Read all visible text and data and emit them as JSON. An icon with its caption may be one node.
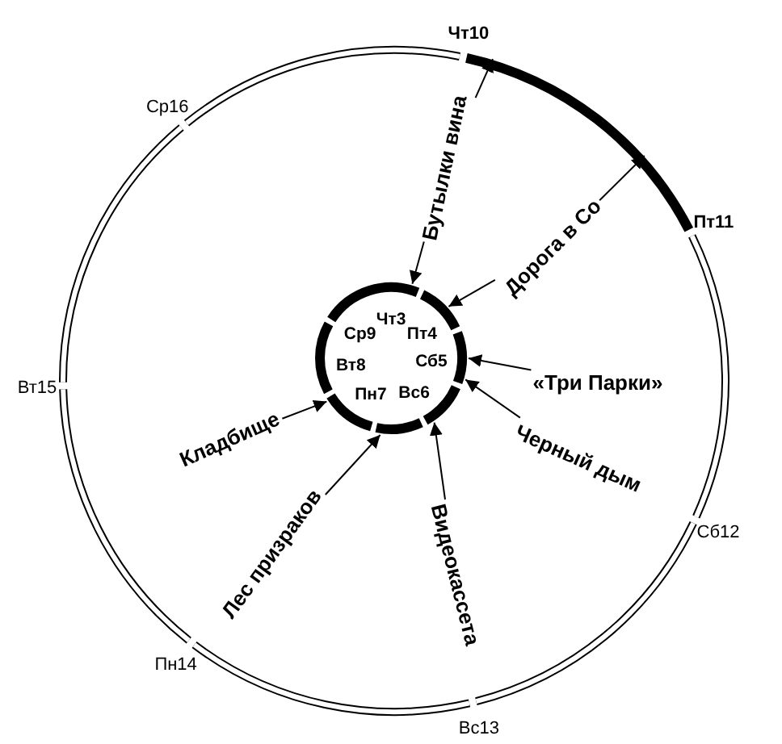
{
  "diagram": {
    "nodes": [
      {
        "text": [
          "Чт3"
        ]
      },
      {
        "text": [
          "Пт4"
        ]
      },
      {
        "text": [
          "Сб5"
        ]
      },
      {
        "text": [
          "Вс6"
        ]
      },
      {
        "text": [
          "Пн7"
        ]
      },
      {
        "text": [
          "Вт8"
        ]
      },
      {
        "text": [
          "Ср9"
        ]
      },
      {
        "text": [
          "Чт10"
        ]
      },
      {
        "text": [
          "Пт11"
        ]
      },
      {
        "text": [
          "Сб12"
        ]
      },
      {
        "text": [
          "Вс13"
        ]
      },
      {
        "text": [
          "Пн14"
        ]
      },
      {
        "text": [
          "Вт15"
        ]
      },
      {
        "text": [
          "Ср16"
        ]
      },
      {
        "text": [
          "Бутылки вина"
        ]
      },
      {
        "text": [
          "Дорога в Со"
        ]
      },
      {
        "text": [
          "«Три Парки»"
        ]
      },
      {
        "text": [
          "Черный дым"
        ]
      },
      {
        "text": [
          "Видеокассета"
        ]
      },
      {
        "text": [
          "Лес призраков"
        ]
      },
      {
        "text": [
          "Кладбище"
        ]
      }
    ],
    "edges": [
      {
        "from": 14,
        "to": 0,
        "arrow": "to"
      },
      {
        "from": 14,
        "to": 7,
        "arrow": "to"
      },
      {
        "from": 15,
        "to": 1,
        "arrow": "to"
      },
      {
        "from": 15,
        "to": 7,
        "arrow": "to"
      },
      {
        "from": 16,
        "to": 2,
        "arrow": "to"
      },
      {
        "from": 17,
        "to": 2,
        "arrow": "to"
      },
      {
        "from": 18,
        "to": 3,
        "arrow": "to"
      },
      {
        "from": 19,
        "to": 4,
        "arrow": "to"
      },
      {
        "from": 20,
        "to": 5,
        "arrow": "to"
      }
    ]
  }
}
